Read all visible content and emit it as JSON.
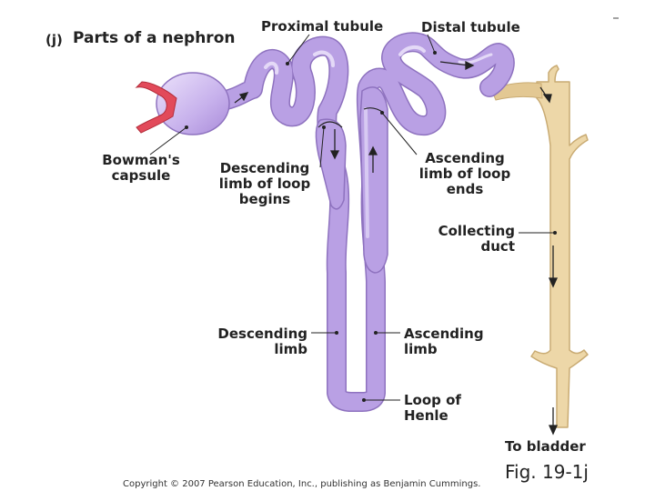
{
  "figure": {
    "panel_letter": "(j)",
    "title": "Parts of a nephron",
    "figure_number": "Fig. 19-1j",
    "copyright": "Copyright © 2007 Pearson Education, Inc., publishing as Benjamin Cummings."
  },
  "labels": {
    "proximal_tubule": "Proximal tubule",
    "distal_tubule": "Distal tubule",
    "bowmans_capsule": "Bowman's\ncapsule",
    "descending_limb_begins": "Descending\nlimb of loop\nbegins",
    "ascending_limb_ends": "Ascending\nlimb of loop\nends",
    "collecting_duct": "Collecting\nduct",
    "descending_limb": "Descending\nlimb",
    "ascending_limb": "Ascending\nlimb",
    "loop_of_henle": "Loop of\nHenle",
    "to_bladder": "To bladder"
  },
  "colors": {
    "tubule": "#b9a0e4",
    "tubule_outline": "#8e72bf",
    "duct": "#edd7a8",
    "duct_outline": "#c9ab73",
    "vessel": "#e24a5a",
    "leader": "#222222"
  }
}
